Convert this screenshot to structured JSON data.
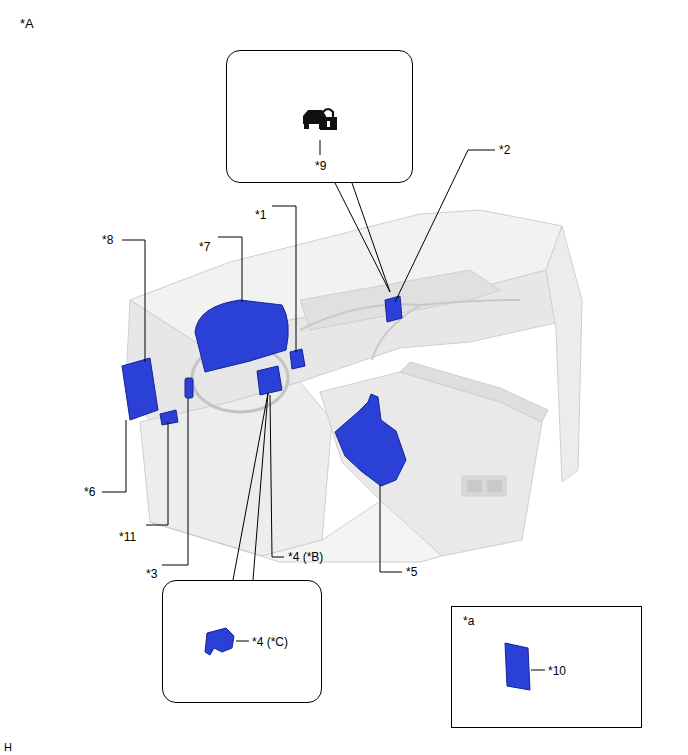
{
  "diagram": {
    "nodes": [
      {
        "text": [
          "*9"
        ]
      },
      {
        "text": [
          "*4 (*C)"
        ]
      },
      {
        "text": [
          "*a",
          "*10"
        ]
      }
    ],
    "labels": [
      "*A",
      "*2",
      "*1",
      "*8",
      "*7",
      "*6",
      "*11",
      "*3",
      "*4 (*B)",
      "*5",
      "H"
    ]
  }
}
